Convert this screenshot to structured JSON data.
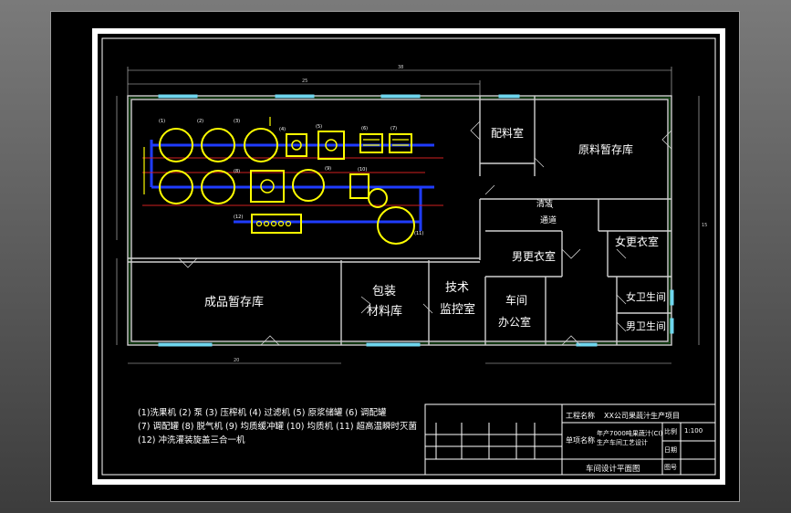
{
  "rooms": {
    "mixing": "配料室",
    "raw_storage": "原料暂存库",
    "cleaning_1": "清洁",
    "cleaning_2": "通道",
    "male_locker": "男更衣室",
    "female_locker": "女更衣室",
    "product_storage": "成品暂存库",
    "packaging_1": "包装",
    "packaging_2": "材料库",
    "tech_1": "技术",
    "tech_2": "监控室",
    "office_1": "车间",
    "office_2": "办公室",
    "female_wc": "女卫生间",
    "male_wc": "男卫生间"
  },
  "equipment_labels": [
    "(1)",
    "(2)",
    "(3)",
    "(4)",
    "(5)",
    "(6)",
    "(7)",
    "(8)",
    "(9)",
    "(10)",
    "(11)",
    "(12)"
  ],
  "legend": {
    "line1": "(1)洗果机  (2) 泵  (3) 压榨机 (4) 过滤机  (5) 原浆储罐  (6) 调配罐",
    "line2": "(7) 调配罐  (8) 脱气机  (9) 均质缓冲罐  (10) 均质机  (11) 超高温瞬时灭菌",
    "line3": "(12) 冲洗灌装旋盖三合一机"
  },
  "title_block": {
    "project_label": "工程名称",
    "project_name": "XX公司果蔬汁生产项目",
    "item_label": "单项名称",
    "item_name_1": "年产7000吨果蔬汁(CI)",
    "item_name_2": "生产车间工艺设计",
    "drawing_title": "车间设计平面图",
    "scale_label": "比例",
    "scale_value": "1:100",
    "date_label": "日期",
    "sheet_label": "图号"
  },
  "dimensions": {
    "overall": "38",
    "upper": "25",
    "lower_left": "20",
    "right_height": "15"
  }
}
